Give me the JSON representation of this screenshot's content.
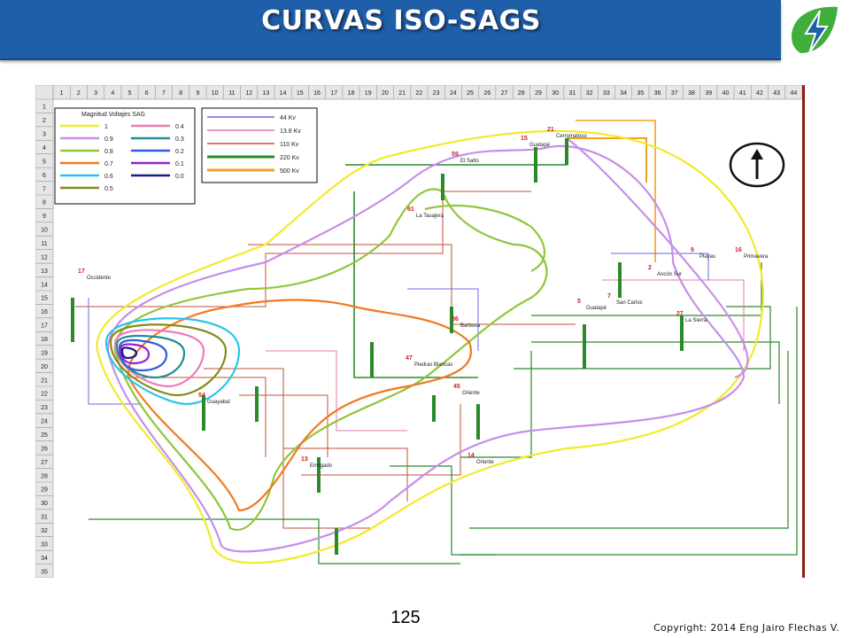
{
  "slide": {
    "title": "CURVAS ISO-SAGS",
    "page_number": "125",
    "copyright": "Copyright: 2014 Eng Jairo Flechas V."
  },
  "logo": {
    "icon": "lightning-bolt-icon",
    "colors": {
      "leaf": "#3fae3a",
      "bolt": "#1f5ea8"
    }
  },
  "grid": {
    "columns": [
      "1",
      "2",
      "3",
      "4",
      "5",
      "6",
      "7",
      "8",
      "9",
      "10",
      "11",
      "12",
      "13",
      "14",
      "15",
      "16",
      "17",
      "18",
      "19",
      "20",
      "21",
      "22",
      "23",
      "24",
      "25",
      "26",
      "27",
      "28",
      "29",
      "30",
      "31",
      "32",
      "33",
      "34",
      "35",
      "36",
      "37",
      "38",
      "39",
      "40",
      "41",
      "42",
      "43",
      "44"
    ],
    "rows": [
      "1",
      "2",
      "3",
      "4",
      "5",
      "6",
      "7",
      "8",
      "9",
      "10",
      "11",
      "12",
      "13",
      "14",
      "15",
      "16",
      "17",
      "18",
      "19",
      "20",
      "21",
      "22",
      "23",
      "24",
      "25",
      "26",
      "27",
      "28",
      "29",
      "30",
      "31",
      "32",
      "33",
      "34",
      "35"
    ]
  },
  "legend_sag": {
    "title": "Magnitud Voltajes SAG",
    "items": [
      {
        "label": "1",
        "color": "#f2ea2a"
      },
      {
        "label": "0.9",
        "color": "#c78ee8"
      },
      {
        "label": "0.8",
        "color": "#8fc63a"
      },
      {
        "label": "0.7",
        "color": "#f07a22"
      },
      {
        "label": "0.6",
        "color": "#27c6e8"
      },
      {
        "label": "0.5",
        "color": "#8a8a1a"
      },
      {
        "label": "0.4",
        "color": "#f07ab8"
      },
      {
        "label": "0.3",
        "color": "#1f8f8f"
      },
      {
        "label": "0.2",
        "color": "#2e5ee0"
      },
      {
        "label": "0.1",
        "color": "#9a1fd0"
      },
      {
        "label": "0.0",
        "color": "#1a1a8a"
      }
    ]
  },
  "legend_kv": {
    "items": [
      {
        "label": "44  Kv",
        "color": "#6a6ae0"
      },
      {
        "label": "13.8 Kv",
        "color": "#e07ab0"
      },
      {
        "label": "110  Kv",
        "color": "#c0503a"
      },
      {
        "label": "220  Kv",
        "color": "#2a8a2a"
      },
      {
        "label": "500  Kv",
        "color": "#f2a020"
      }
    ]
  },
  "north_arrow": {
    "icon": "north-arrow-icon"
  },
  "nodes": [
    {
      "id": "n21",
      "number": "21",
      "name": "Cerromatoso"
    },
    {
      "id": "n15",
      "number": "15",
      "name": "Guatapé"
    },
    {
      "id": "n2",
      "number": "2",
      "name": "Ancón Sur"
    },
    {
      "id": "n59",
      "number": "59",
      "name": "El Salto"
    },
    {
      "id": "n61",
      "number": "61",
      "name": "La Tasajera"
    },
    {
      "id": "n7",
      "number": "7",
      "name": "San Carlos"
    },
    {
      "id": "n17",
      "number": "17",
      "name": "Occidente"
    },
    {
      "id": "n54",
      "number": "54",
      "name": "Guayabal"
    },
    {
      "id": "n45",
      "number": "45",
      "name": "Oriente"
    },
    {
      "id": "n14",
      "number": "14",
      "name": "Oriente"
    },
    {
      "id": "n5",
      "number": "5",
      "name": "Guatapé"
    },
    {
      "id": "n9",
      "number": "9",
      "name": "Playas"
    },
    {
      "id": "n16",
      "number": "16",
      "name": "Primavera"
    },
    {
      "id": "n36",
      "number": "36",
      "name": "Barbosa"
    },
    {
      "id": "n13",
      "number": "13",
      "name": "Envigado"
    },
    {
      "id": "n27",
      "number": "27",
      "name": "La Sierra"
    },
    {
      "id": "n47",
      "number": "47",
      "name": "Piedras Blancas"
    }
  ]
}
